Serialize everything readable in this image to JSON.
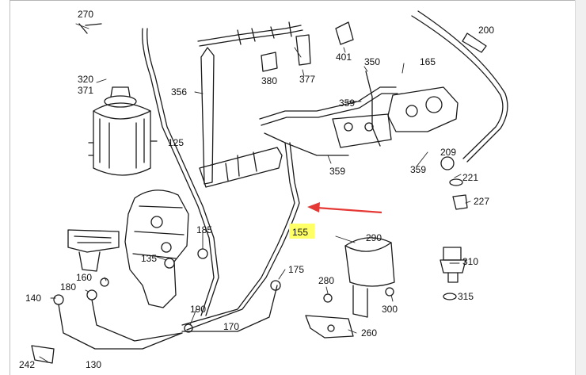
{
  "colors": {
    "line": "#1a1a1a",
    "highlight": "#ffff66",
    "arrow": "#e53935",
    "background": "#ffffff",
    "scrollbar": "#f0f0f0"
  },
  "callouts": {
    "c270": "270",
    "c200": "200",
    "c401": "401",
    "c380": "380",
    "c377": "377",
    "c350": "350",
    "c165": "165",
    "c320": "320",
    "c371": "371",
    "c356": "356",
    "c359a": "359",
    "c359b": "359",
    "c359c": "359",
    "c209": "209",
    "c221": "221",
    "c227": "227",
    "c125": "125",
    "c155": "155",
    "c290": "290",
    "c185": "185",
    "c135": "135",
    "c310": "310",
    "c175": "175",
    "c160": "160",
    "c280": "280",
    "c180": "180",
    "c315": "315",
    "c140": "140",
    "c300": "300",
    "c190": "190",
    "c170": "170",
    "c260": "260",
    "c242": "242",
    "c130": "130"
  }
}
